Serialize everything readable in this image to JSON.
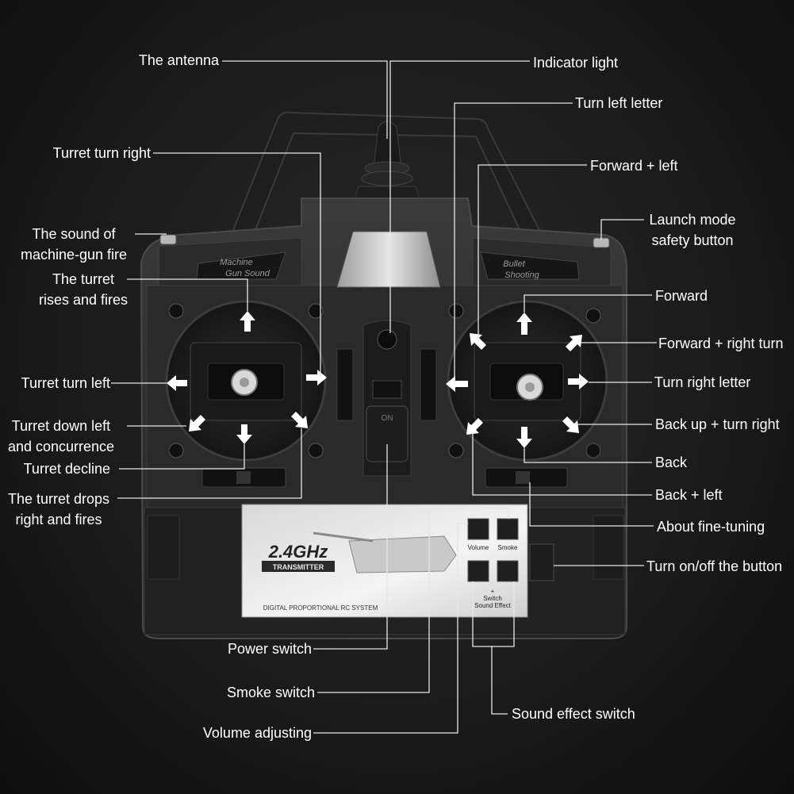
{
  "labels": {
    "antenna": "The antenna",
    "indicator_light": "Indicator light",
    "turn_left_letter": "Turn left letter",
    "turret_turn_right": "Turret turn right",
    "forward_left": "Forward + left",
    "mg_sound_l1": "The sound of",
    "mg_sound_l2": "machine-gun fire",
    "launch_l1": "Launch mode",
    "launch_l2": "safety button",
    "turret_rises_l1": "The turret",
    "turret_rises_l2": "rises and fires",
    "forward": "Forward",
    "forward_right_turn": "Forward + right turn",
    "turret_turn_left": "Turret turn left",
    "turn_right_letter": "Turn right letter",
    "turret_down_left_l1": "Turret down left",
    "turret_down_left_l2": "and concurrence",
    "back_up_turn_right": "Back up + turn right",
    "turret_decline": "Turret decline",
    "back": "Back",
    "turret_drops_l1": "The turret drops",
    "turret_drops_l2": "right and fires",
    "back_left": "Back + left",
    "fine_tuning": "About fine-tuning",
    "turn_onoff": "Turn on/off the button",
    "power_switch": "Power switch",
    "smoke_switch": "Smoke switch",
    "sound_effect_switch": "Sound effect switch",
    "volume_adjusting": "Volume adjusting"
  },
  "device": {
    "mg_button_l1": "Machine",
    "mg_button_l2": "Gun Sound",
    "bullet_button_l1": "Bullet",
    "bullet_button_l2": "Shooting",
    "power_label": "ON",
    "logo": "2.4GHz",
    "logo_sub": "TRANSMITTER",
    "system": "DIGITAL PROPORTIONAL RC SYSTEM",
    "volume": "Volume",
    "smoke": "Smoke",
    "switch_l1": "Switch",
    "switch_l2": "Sound Effect",
    "plus": "+"
  }
}
